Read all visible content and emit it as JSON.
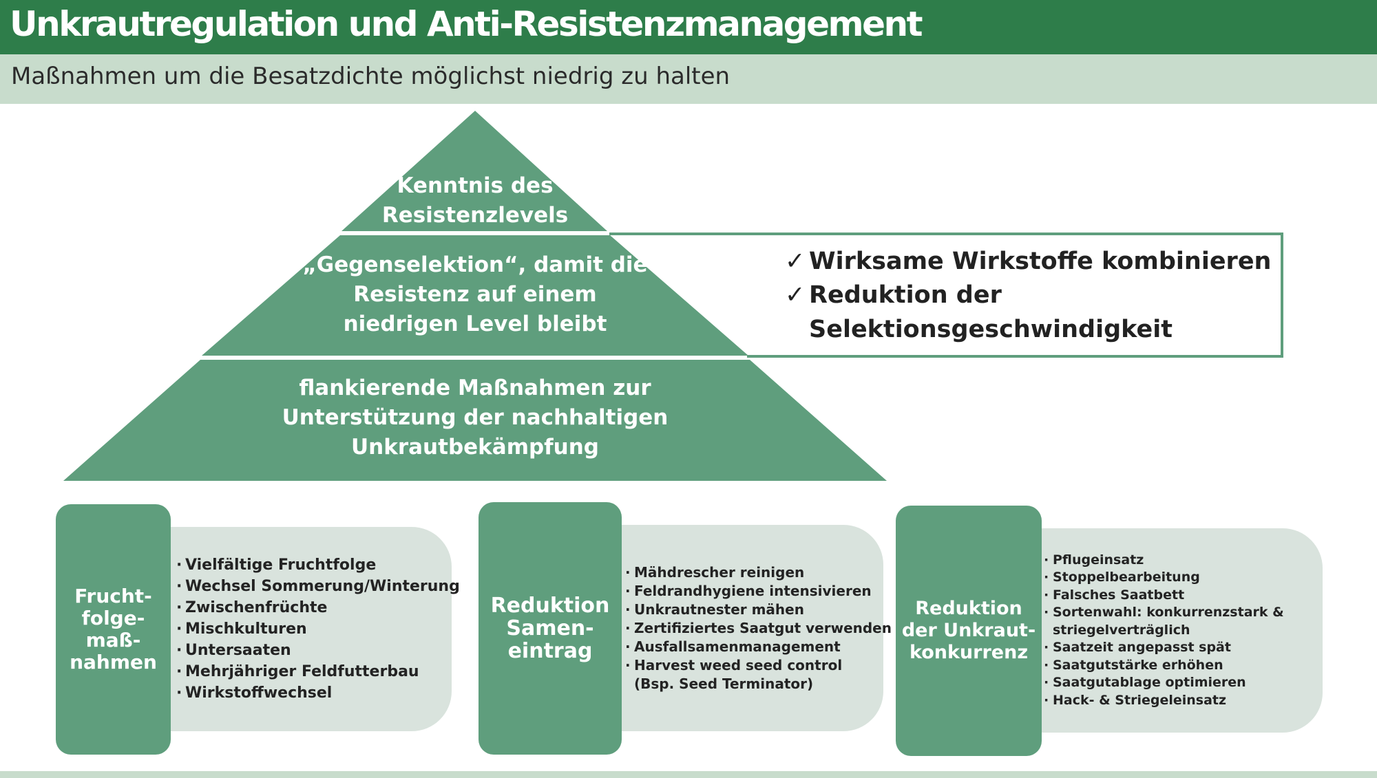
{
  "header": {
    "title": "Unkrautregulation und Anti-Resistenzmanagement",
    "subtitle": "Maßnahmen um die Besatzdichte möglichst niedrig zu halten"
  },
  "pyramid": {
    "top": {
      "lines": [
        "Kenntnis des",
        "Resistenzlevels"
      ]
    },
    "middle": {
      "lines": [
        "„Gegenselektion“, damit die",
        "Resistenz auf einem",
        "niedrigen Level bleibt"
      ]
    },
    "bottom": {
      "lines": [
        "flankierende Maßnahmen zur",
        "Unterstützung der nachhaltigen",
        "Unkrautbekämpfung"
      ]
    }
  },
  "callout": {
    "check_symbol": "✓",
    "items": [
      {
        "lines": [
          "Wirksame Wirkstoffe kombinieren"
        ]
      },
      {
        "lines": [
          "Reduktion der",
          "Selektionsgeschwindigkeit"
        ]
      }
    ]
  },
  "measures": [
    {
      "label_lines": [
        "Frucht-",
        "folge-",
        "maß-",
        "nahmen"
      ],
      "items": [
        [
          "Vielfältige Fruchtfolge"
        ],
        [
          "Wechsel Sommerung/Winterung"
        ],
        [
          "Zwischenfrüchte"
        ],
        [
          "Mischkulturen"
        ],
        [
          "Untersaaten"
        ],
        [
          "Mehrjähriger Feldfutterbau"
        ],
        [
          "Wirkstoffwechsel"
        ]
      ]
    },
    {
      "label_lines": [
        "Reduktion",
        "Samen-",
        "eintrag"
      ],
      "items": [
        [
          "Mähdrescher reinigen"
        ],
        [
          "Feldrandhygiene intensivieren"
        ],
        [
          "Unkrautnester mähen"
        ],
        [
          "Zertifiziertes Saatgut verwenden"
        ],
        [
          "Ausfallsamenmanagement"
        ],
        [
          "Harvest weed seed control",
          "(Bsp. Seed Terminator)"
        ]
      ]
    },
    {
      "label_lines": [
        "Reduktion",
        "der Unkraut-",
        "konkurrenz"
      ],
      "items": [
        [
          "Pflugeinsatz"
        ],
        [
          "Stoppelbearbeitung"
        ],
        [
          "Falsches Saatbett"
        ],
        [
          "Sortenwahl: konkurrenzstark &",
          "striegelverträglich"
        ],
        [
          "Saatzeit angepasst spät"
        ],
        [
          "Saatgutstärke erhöhen"
        ],
        [
          "Saatgutablage optimieren"
        ],
        [
          "Hack- & Striegeleinsatz"
        ]
      ]
    }
  ],
  "colors": {
    "header_green": "#2e7d4a",
    "pyramid_green": "#5f9e7d",
    "light_band": "#c8dccc",
    "list_background": "#d9e3dd"
  }
}
